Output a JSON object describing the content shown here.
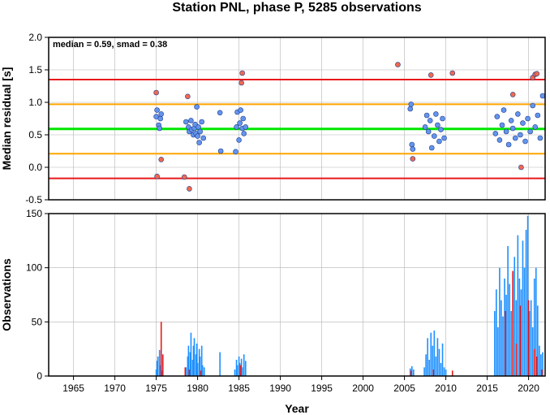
{
  "chart_data": [
    {
      "type": "scatter",
      "title": "Station PNL, phase P, 5285 observations",
      "ylabel": "Median residual [s]",
      "annotation": "median = 0.59, smad = 0.38",
      "xlim": [
        1962,
        2022
      ],
      "ylim": [
        -0.5,
        2.0
      ],
      "yticks": [
        "-0.5",
        "0.0",
        "0.5",
        "1.0",
        "1.5",
        "2.0"
      ],
      "grid": true,
      "reference_lines": [
        {
          "y": 1.35,
          "color": "#e8191b"
        },
        {
          "y": 0.97,
          "color": "#ffa500"
        },
        {
          "y": 0.59,
          "color": "#00e600"
        },
        {
          "y": 0.21,
          "color": "#ffa500"
        },
        {
          "y": -0.17,
          "color": "#e8191b"
        }
      ],
      "series": [
        {
          "color": "#6495ed",
          "x": [
            1975.0,
            1975.1,
            1975.3,
            1975.4,
            1975.5,
            1975.6,
            1978.6,
            1978.9,
            1979.0,
            1979.2,
            1979.3,
            1979.5,
            1979.6,
            1979.7,
            1979.8,
            1979.9,
            1980.0,
            1980.1,
            1980.2,
            1980.3,
            1980.5,
            1980.7,
            1982.7,
            1982.8,
            1984.6,
            1984.7,
            1984.8,
            1985.0,
            1985.1,
            1985.2,
            1985.4,
            1985.5,
            1985.6,
            1985.8,
            2005.7,
            2005.8,
            2005.9,
            2006.0,
            2007.5,
            2007.7,
            2007.9,
            2008.1,
            2008.3,
            2008.6,
            2008.8,
            2009.0,
            2009.2,
            2009.4,
            2009.6,
            2009.8,
            2016.0,
            2016.2,
            2016.5,
            2016.8,
            2017.0,
            2017.3,
            2017.6,
            2017.9,
            2018.1,
            2018.4,
            2018.7,
            2019.0,
            2019.3,
            2019.6,
            2019.9,
            2020.2,
            2020.5,
            2020.8,
            2021.1,
            2021.4,
            2021.7
          ],
          "y": [
            0.78,
            0.88,
            0.65,
            0.6,
            0.75,
            0.82,
            0.7,
            0.62,
            0.55,
            0.72,
            0.58,
            0.5,
            0.6,
            0.66,
            0.52,
            0.93,
            0.48,
            0.62,
            0.38,
            0.55,
            0.7,
            0.45,
            0.84,
            0.25,
            0.24,
            0.62,
            0.85,
            0.42,
            0.68,
            0.88,
            0.6,
            0.75,
            0.52,
            0.62,
            0.9,
            0.97,
            0.35,
            0.28,
            0.62,
            0.8,
            0.55,
            0.72,
            0.3,
            0.48,
            0.82,
            0.65,
            0.4,
            0.58,
            0.75,
            0.45,
            0.52,
            0.78,
            0.42,
            0.65,
            0.88,
            0.55,
            0.35,
            0.72,
            0.6,
            0.45,
            0.82,
            0.5,
            0.68,
            0.4,
            0.75,
            0.55,
            0.95,
            0.62,
            0.8,
            0.45,
            1.1
          ]
        },
        {
          "color": "#ee6a50",
          "x": [
            1975.0,
            1975.1,
            1975.6,
            1978.4,
            1978.8,
            1979.0,
            1985.3,
            1985.4,
            2004.2,
            2006.0,
            2008.2,
            2010.8,
            2018.1,
            2019.1,
            2020.5,
            2020.8,
            2021.0
          ],
          "y": [
            1.15,
            -0.14,
            0.12,
            -0.15,
            1.09,
            -0.33,
            1.3,
            1.45,
            1.58,
            0.13,
            1.42,
            1.45,
            1.12,
            0.0,
            1.38,
            1.43,
            1.44
          ]
        }
      ]
    },
    {
      "type": "bar",
      "xlabel": "Year",
      "ylabel": "Observations",
      "xlim": [
        1962,
        2022
      ],
      "ylim": [
        0,
        150
      ],
      "xticks": [
        "1965",
        "1970",
        "1975",
        "1980",
        "1985",
        "1990",
        "1995",
        "2000",
        "2005",
        "2010",
        "2015",
        "2020"
      ],
      "yticks": [
        "0",
        "50",
        "100",
        "150"
      ],
      "grid": true,
      "series": [
        {
          "color": "#1e90ff",
          "x": [
            1975.0,
            1975.1,
            1975.2,
            1975.4,
            1975.5,
            1975.7,
            1978.6,
            1978.8,
            1978.9,
            1979.1,
            1979.2,
            1979.4,
            1979.5,
            1979.6,
            1979.8,
            1979.9,
            1980.0,
            1980.2,
            1980.3,
            1980.5,
            1980.6,
            1980.8,
            1982.7,
            1984.5,
            1984.7,
            1984.8,
            1985.0,
            1985.1,
            1985.3,
            1985.4,
            1985.6,
            1985.8,
            2005.7,
            2005.9,
            2006.1,
            2007.4,
            2007.6,
            2007.8,
            2008.0,
            2008.2,
            2008.4,
            2008.6,
            2008.8,
            2009.0,
            2009.2,
            2009.4,
            2009.6,
            2009.8,
            2010.0,
            2015.9,
            2016.1,
            2016.3,
            2016.5,
            2016.7,
            2016.9,
            2017.1,
            2017.3,
            2017.5,
            2017.7,
            2017.9,
            2018.1,
            2018.3,
            2018.5,
            2018.7,
            2018.9,
            2019.1,
            2019.3,
            2019.5,
            2019.7,
            2019.9,
            2020.1,
            2020.3,
            2020.5,
            2020.7,
            2020.9,
            2021.1,
            2021.3,
            2021.5,
            2021.7
          ],
          "values": [
            6,
            14,
            18,
            24,
            10,
            5,
            8,
            18,
            28,
            22,
            40,
            15,
            28,
            35,
            20,
            30,
            12,
            25,
            18,
            28,
            10,
            8,
            22,
            6,
            15,
            10,
            18,
            12,
            16,
            8,
            20,
            14,
            7,
            9,
            6,
            8,
            20,
            35,
            15,
            40,
            28,
            42,
            18,
            35,
            25,
            12,
            30,
            8,
            6,
            60,
            80,
            45,
            100,
            70,
            55,
            90,
            75,
            120,
            85,
            60,
            95,
            110,
            70,
            130,
            90,
            80,
            125,
            100,
            135,
            148,
            60,
            70,
            45,
            90,
            100,
            65,
            28,
            20,
            22
          ]
        },
        {
          "color": "#e8191b",
          "x": [
            1975.6,
            1975.8,
            1978.5,
            1979.0,
            1980.4,
            1985.2,
            2005.8,
            2008.5,
            2010.8,
            2017.2,
            2018.1,
            2018.5,
            2019.0,
            2020.0,
            2020.7,
            2021.0,
            2021.6
          ],
          "values": [
            50,
            20,
            8,
            6,
            5,
            10,
            5,
            6,
            5,
            60,
            97,
            30,
            65,
            70,
            25,
            18,
            6
          ]
        }
      ]
    }
  ]
}
